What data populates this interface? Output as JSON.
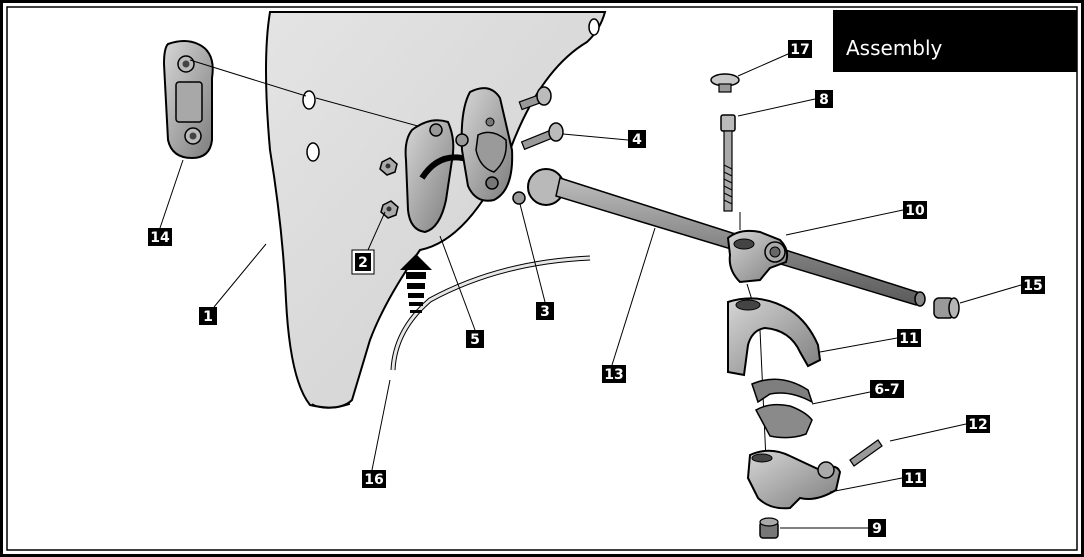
{
  "header": {
    "title": "Assembly"
  },
  "callouts": [
    "1",
    "2",
    "3",
    "4",
    "5",
    "6-7",
    "8",
    "9",
    "10",
    "11",
    "11",
    "12",
    "13",
    "14",
    "15",
    "16",
    "17"
  ],
  "colors": {
    "background": "#ffffff",
    "ink": "#000000",
    "part_fill": "#c9c9c9",
    "part_dark": "#8a8a8a"
  }
}
